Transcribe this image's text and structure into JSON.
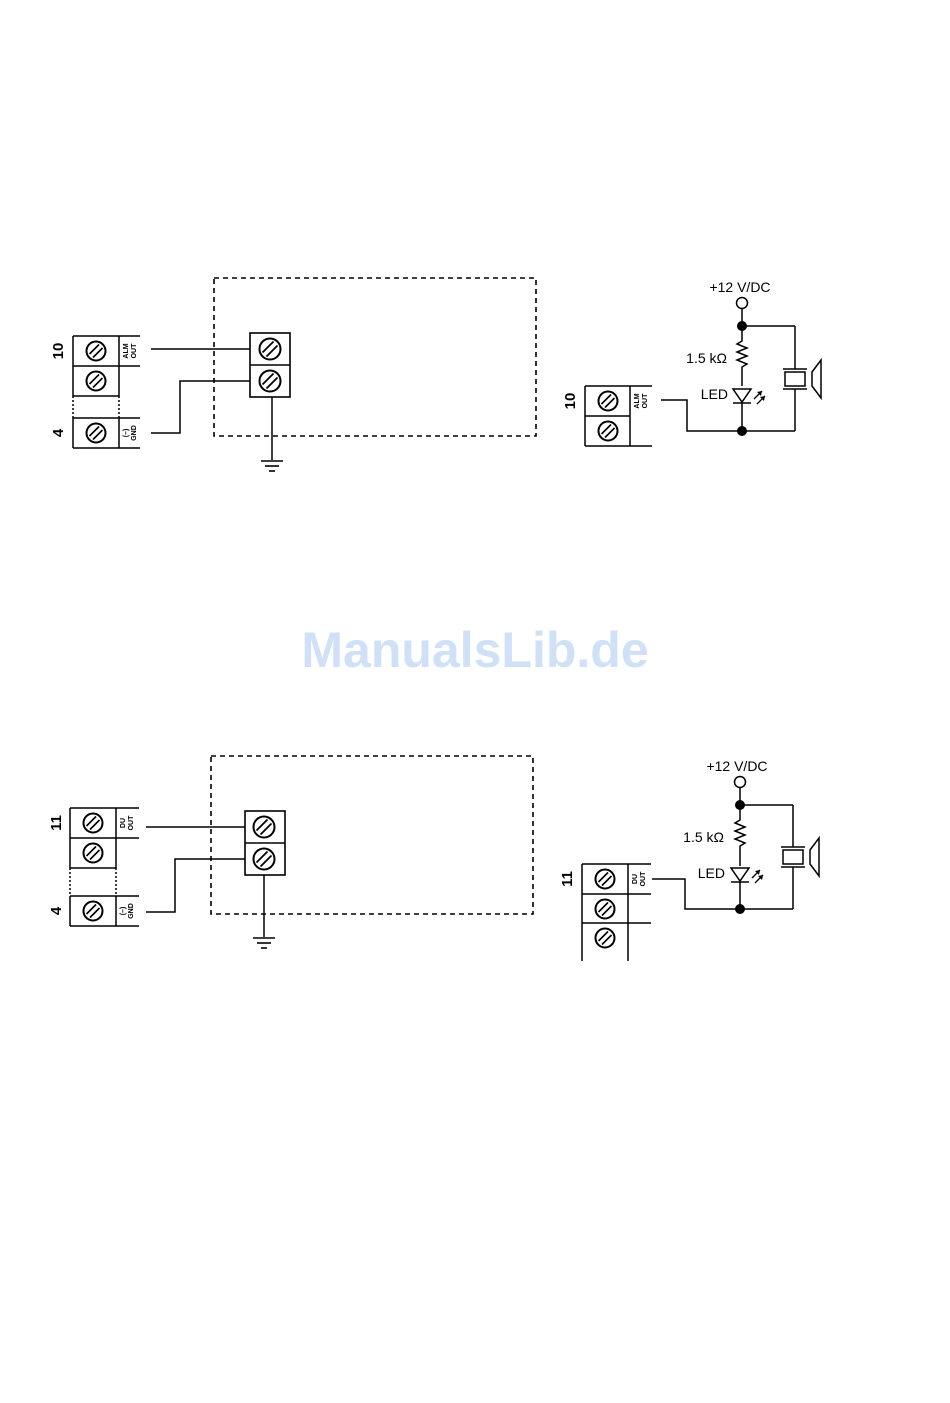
{
  "watermark": "ManualsLib.de",
  "diagram_top": {
    "terminal_top_number": "10",
    "terminal_bottom_number": "4",
    "out_label_line1": "ALM",
    "out_label_line2": "OUT",
    "gnd_label_line1": "(–)",
    "gnd_label_line2": "GND"
  },
  "circuit_top": {
    "supply": "+12 V/DC",
    "resistor": "1.5 kΩ",
    "led": "LED",
    "terminal_number": "10",
    "out_label_line1": "ALM",
    "out_label_line2": "OUT"
  },
  "diagram_bottom": {
    "terminal_top_number": "11",
    "terminal_bottom_number": "4",
    "out_label_line1": "DU",
    "out_label_line2": "OUT",
    "gnd_label_line1": "(–)",
    "gnd_label_line2": "GND"
  },
  "circuit_bottom": {
    "supply": "+12 V/DC",
    "resistor": "1.5 kΩ",
    "led": "LED",
    "terminal_number": "11",
    "out_label_line1": "DU",
    "out_label_line2": "OUT"
  }
}
